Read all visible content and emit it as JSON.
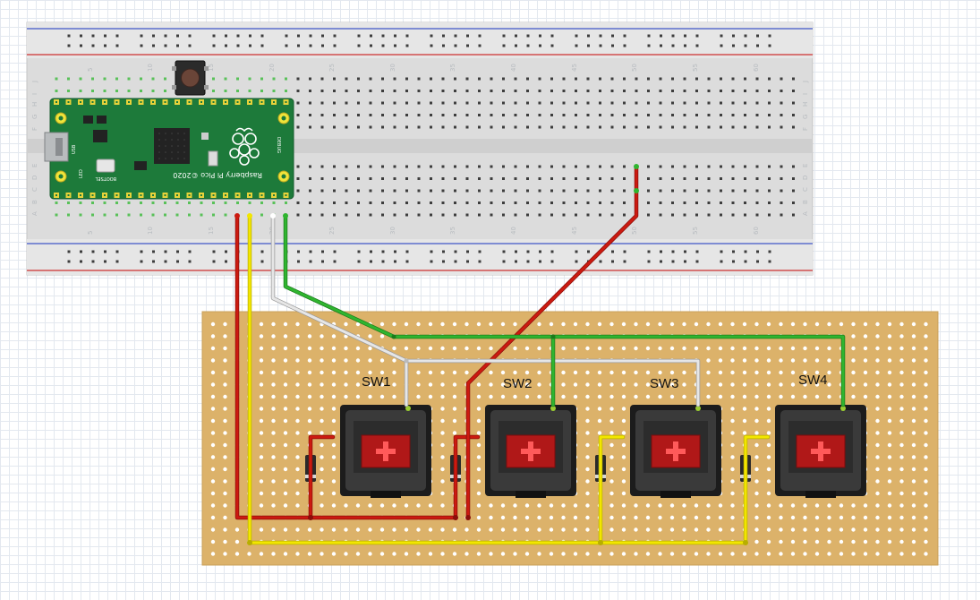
{
  "diagram": {
    "breadboard": {
      "column_numbers": [
        "5",
        "10",
        "15",
        "20",
        "25",
        "30",
        "35",
        "40",
        "45",
        "50",
        "55",
        "60"
      ],
      "row_letters_top": [
        "J",
        "I",
        "H",
        "G",
        "F"
      ],
      "row_letters_bottom": [
        "E",
        "D",
        "C",
        "B",
        "A"
      ]
    },
    "pico": {
      "silkscreen": "Raspberry Pi Pico ©2020",
      "usb_label": "USB",
      "led_label": "LED",
      "bootsel_label": "BOOTSEL",
      "debug_label": "DEBUG"
    },
    "switches": [
      {
        "label": "SW1"
      },
      {
        "label": "SW2"
      },
      {
        "label": "SW3"
      },
      {
        "label": "SW4"
      }
    ],
    "wires": [
      {
        "name": "red",
        "color": "#cc1a10"
      },
      {
        "name": "yellow",
        "color": "#f2e600"
      },
      {
        "name": "white",
        "color": "#e0e0e0"
      },
      {
        "name": "green",
        "color": "#2fb52f"
      }
    ],
    "colors": {
      "stripboard": "#dcb26a",
      "switch_stem": "#b01818",
      "pico_pcb": "#1d7a3a"
    }
  }
}
